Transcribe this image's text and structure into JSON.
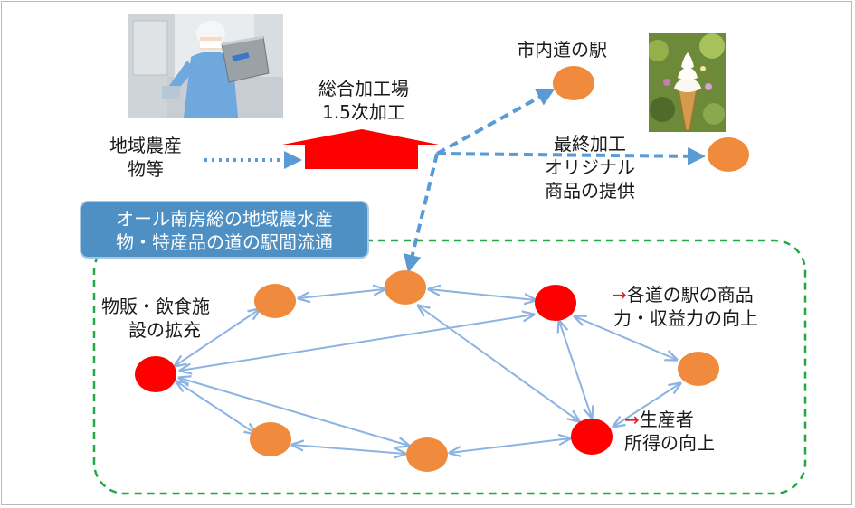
{
  "labels": {
    "factory_line1": "総合加工場",
    "factory_line2": "1.5次加工",
    "source_line1": "地域農産",
    "source_line2": "物等",
    "city_station": "市内道の駅",
    "final_line1": "最終加工",
    "final_line2": "オリジナル",
    "final_line3": "商品の提供",
    "banner_line1": "オール南房総の地域農水産",
    "banner_line2": "物・特産品の道の駅間流通",
    "shop_line1": "物販・飲食施",
    "shop_line2": "設の拡充",
    "station_arrow": "→",
    "station_line1": "各道の駅の商品",
    "station_line2": "力・収益力の向上",
    "producer_arrow": "→",
    "producer_line1": "生産者",
    "producer_line2": "所得の向上"
  },
  "colors": {
    "orange_node": "#f08a3c",
    "red_node": "#ff0000",
    "blue_arrow": "#5b9bd5",
    "light_blue_link": "#8db3e2",
    "green_dash": "#22a845",
    "banner_fill": "#4e90c4",
    "factory_red": "#ff0000"
  },
  "icons": {
    "photo_left": "factory-worker-photo",
    "photo_right": "soft-serve-ice-cream-photo"
  }
}
